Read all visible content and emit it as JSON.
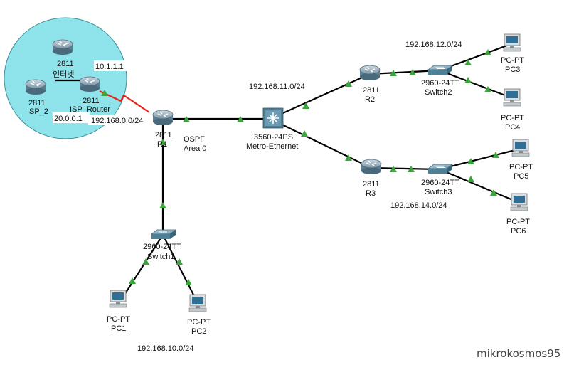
{
  "colors": {
    "link": "#000000",
    "serial_link": "#e8231c",
    "port_indicator": "#3aa53a",
    "cloud_fill": "#8fe3ea",
    "router_body": "#5b7f93",
    "switch_body": "#4d7f96"
  },
  "internet": {
    "label": "인터넷",
    "routers": [
      {
        "model": "2811",
        "name": ""
      },
      {
        "model": "2811",
        "name": "ISP_2"
      },
      {
        "model": "2811",
        "name": "ISP_Router"
      }
    ],
    "addr_top": "10.1.1.1",
    "addr_bottom": "20.0.0.1"
  },
  "devices": {
    "r1": {
      "model": "2811",
      "name": "R1"
    },
    "r2": {
      "model": "2811",
      "name": "R2"
    },
    "r3": {
      "model": "2811",
      "name": "R3"
    },
    "metro": {
      "model": "3560-24PS",
      "name": "Metro-Ethernet"
    },
    "switch1": {
      "model": "2960-24TT",
      "name": "Switch1"
    },
    "switch2": {
      "model": "2960-24TT",
      "name": "Switch2"
    },
    "switch3": {
      "model": "2960-24TT",
      "name": "Switch3"
    },
    "pc1": {
      "model": "PC-PT",
      "name": "PC1"
    },
    "pc2": {
      "model": "PC-PT",
      "name": "PC2"
    },
    "pc3": {
      "model": "PC-PT",
      "name": "PC3"
    },
    "pc4": {
      "model": "PC-PT",
      "name": "PC4"
    },
    "pc5": {
      "model": "PC-PT",
      "name": "PC5"
    },
    "pc6": {
      "model": "PC-PT",
      "name": "PC6"
    }
  },
  "subnets": {
    "wan": "192.168.0.0/24",
    "r2_link": "192.168.11.0/24",
    "r2_lan": "192.168.12.0/24",
    "r3_lan": "192.168.14.0/24",
    "r1_lan": "192.168.10.0/24"
  },
  "ospf": {
    "line1": "OSPF",
    "line2": "Area 0"
  },
  "watermark": "mikrokosmos95"
}
